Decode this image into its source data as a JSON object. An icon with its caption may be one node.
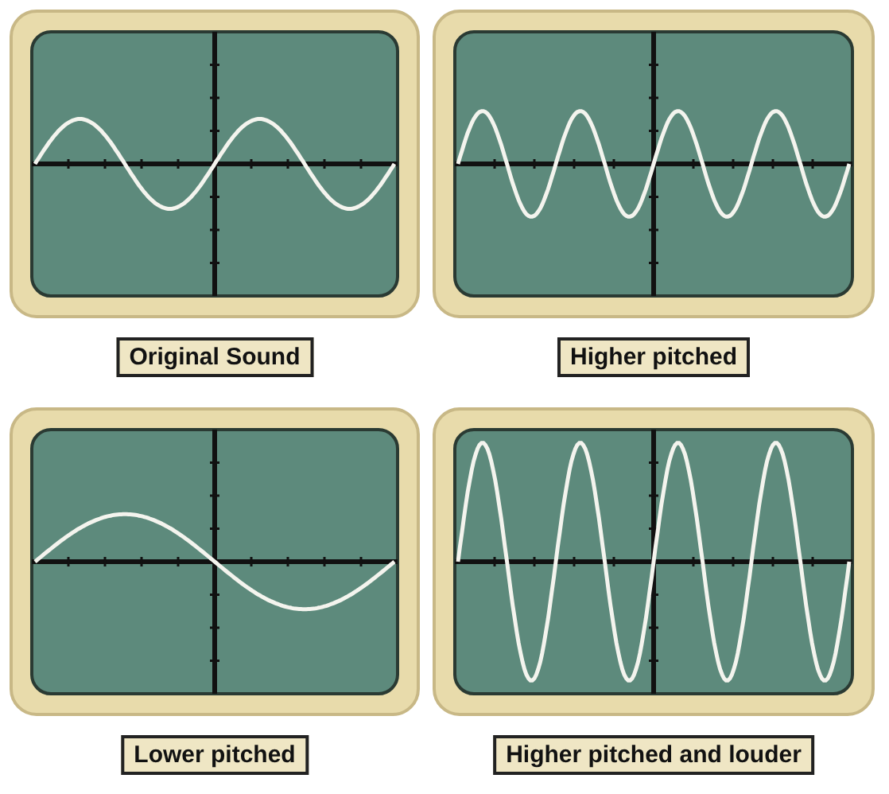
{
  "diagram": {
    "labels": [
      "Original Sound",
      "Higher pitched",
      "Lower pitched",
      "Higher pitched and louder"
    ]
  }
}
